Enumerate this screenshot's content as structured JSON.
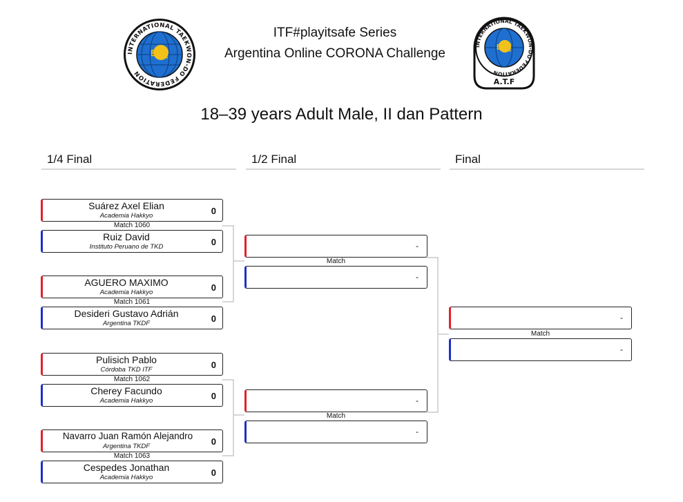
{
  "header": {
    "title_line1": "ITF#playitsafe Series",
    "title_line2": "Argentina Online CORONA Challenge",
    "logo_left_text": "INTERNATIONAL TAEKWON-DO FEDERATION",
    "logo_left_korean": "태권",
    "logo_right_text": "INTERNATIONAL TAEKWON-DO FEDERATION",
    "logo_right_korean": "태권",
    "logo_right_caption": "A.T.F"
  },
  "event_title": "18–39 years Adult Male, II dan Pattern",
  "rounds": [
    "1/4 Final",
    "1/2 Final",
    "Final"
  ],
  "colors": {
    "red_corner": "#e0202a",
    "blue_corner": "#1c2fc9",
    "connector": "#c8c8c8"
  },
  "quarterfinals": [
    {
      "match": "Match 1060",
      "red": {
        "name": "Suárez Axel Elian",
        "club": "Academia Hakkyo",
        "score": "0"
      },
      "blue": {
        "name": "Ruiz David",
        "club": "Instituto Peruano de TKD",
        "score": "0"
      }
    },
    {
      "match": "Match 1061",
      "red": {
        "name": "AGUERO MAXIMO",
        "club": "Academia Hakkyo",
        "score": "0"
      },
      "blue": {
        "name": "Desideri Gustavo Adrián",
        "club": "Argentina TKDF",
        "score": "0"
      }
    },
    {
      "match": "Match 1062",
      "red": {
        "name": "Pulisich Pablo",
        "club": "Córdoba TKD ITF",
        "score": "0"
      },
      "blue": {
        "name": "Cherey Facundo",
        "club": "Academia Hakkyo",
        "score": "0"
      }
    },
    {
      "match": "Match 1063",
      "red": {
        "name": "Navarro Juan Ramón Alejandro",
        "club": "Argentina TKDF",
        "score": "0"
      },
      "blue": {
        "name": "Cespedes Jonathan",
        "club": "Academia Hakkyo",
        "score": "0"
      }
    }
  ],
  "semifinals": [
    {
      "match": "Match",
      "red_score": "-",
      "blue_score": "-"
    },
    {
      "match": "Match",
      "red_score": "-",
      "blue_score": "-"
    }
  ],
  "final": {
    "match": "Match",
    "red_score": "-",
    "blue_score": "-"
  }
}
